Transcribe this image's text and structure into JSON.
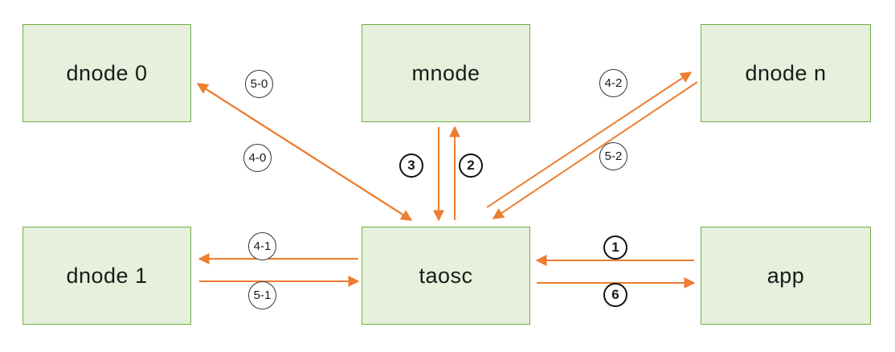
{
  "diagram": {
    "nodes": {
      "dnode0": {
        "label": "dnode 0"
      },
      "mnode": {
        "label": "mnode"
      },
      "dnoden": {
        "label": "dnode n"
      },
      "dnode1": {
        "label": "dnode 1"
      },
      "taosc": {
        "label": "taosc"
      },
      "app": {
        "label": "app"
      }
    },
    "edge_labels": {
      "l50": "5-0",
      "l40": "4-0",
      "l3": "3",
      "l2": "2",
      "l42": "4-2",
      "l52": "5-2",
      "l41": "4-1",
      "l51": "5-1",
      "l1": "1",
      "l6": "6"
    },
    "edges": [
      {
        "from": "taosc",
        "to": "dnode 0",
        "label": "4-0"
      },
      {
        "from": "dnode 0",
        "to": "taosc",
        "label": "5-0"
      },
      {
        "from": "taosc",
        "to": "mnode",
        "label": "2"
      },
      {
        "from": "mnode",
        "to": "taosc",
        "label": "3"
      },
      {
        "from": "taosc",
        "to": "dnode n",
        "label": "4-2"
      },
      {
        "from": "dnode n",
        "to": "taosc",
        "label": "5-2"
      },
      {
        "from": "taosc",
        "to": "dnode 1",
        "label": "4-1"
      },
      {
        "from": "dnode 1",
        "to": "taosc",
        "label": "5-1"
      },
      {
        "from": "app",
        "to": "taosc",
        "label": "1"
      },
      {
        "from": "taosc",
        "to": "app",
        "label": "6"
      }
    ],
    "colors": {
      "node_fill": "#e6f0dc",
      "node_border": "#70ad47",
      "arrow": "#ed7d31",
      "label_border": "#333333",
      "text": "#1a1a1a"
    }
  }
}
